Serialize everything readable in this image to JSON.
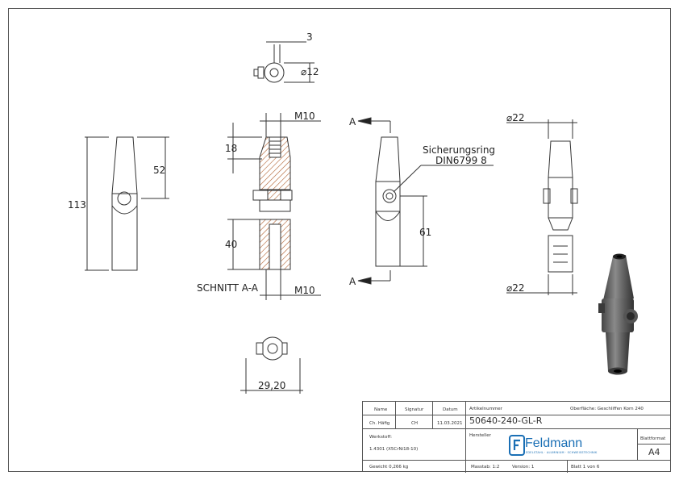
{
  "drawing": {
    "section_label": "SCHNITT A-A",
    "section_marker": "A",
    "dims": {
      "d_top_3": "3",
      "d_top_12": "⌀12",
      "d_front_113": "113",
      "d_front_52": "52",
      "d_sect_m10_top": "M10",
      "d_sect_18": "18",
      "d_sect_40": "40",
      "d_sect_m10_bottom": "M10",
      "d_side_61": "61",
      "d_right_22_top": "⌀22",
      "d_right_22_bottom": "⌀22",
      "d_bottom_29": "29,20"
    },
    "callout": {
      "line1": "Sicherungsring",
      "line2": "DIN6799 8"
    }
  },
  "title_block": {
    "col_name": "Name",
    "col_signatur": "Signatur",
    "col_datum": "Datum",
    "row_name": "Ch. Häfig",
    "row_signatur": "CH",
    "row_datum": "11.03.2021",
    "artikelnummer_label": "Artikelnummer",
    "artikelnummer_value": "50640-240-GL-R",
    "oberflaeche": "Oberfläche: Geschliffen Korn 240",
    "werkstoff_label": "Werkstoff:",
    "werkstoff_value": "1.4301 (X5CrNi18-10)",
    "hersteller_label": "Hersteller",
    "logo_name": "Feldmann",
    "logo_sub": "EDELSTAHL · ALUMINIUM · SCHWEISSTECHNIK",
    "blattformat_label": "Blattformat",
    "blattformat_value": "A4",
    "gewicht": "Gewicht 0,266 kg",
    "massstab": "Masstab: 1:2",
    "version": "Version: 1",
    "blatt": "Blatt 1 von 6"
  }
}
